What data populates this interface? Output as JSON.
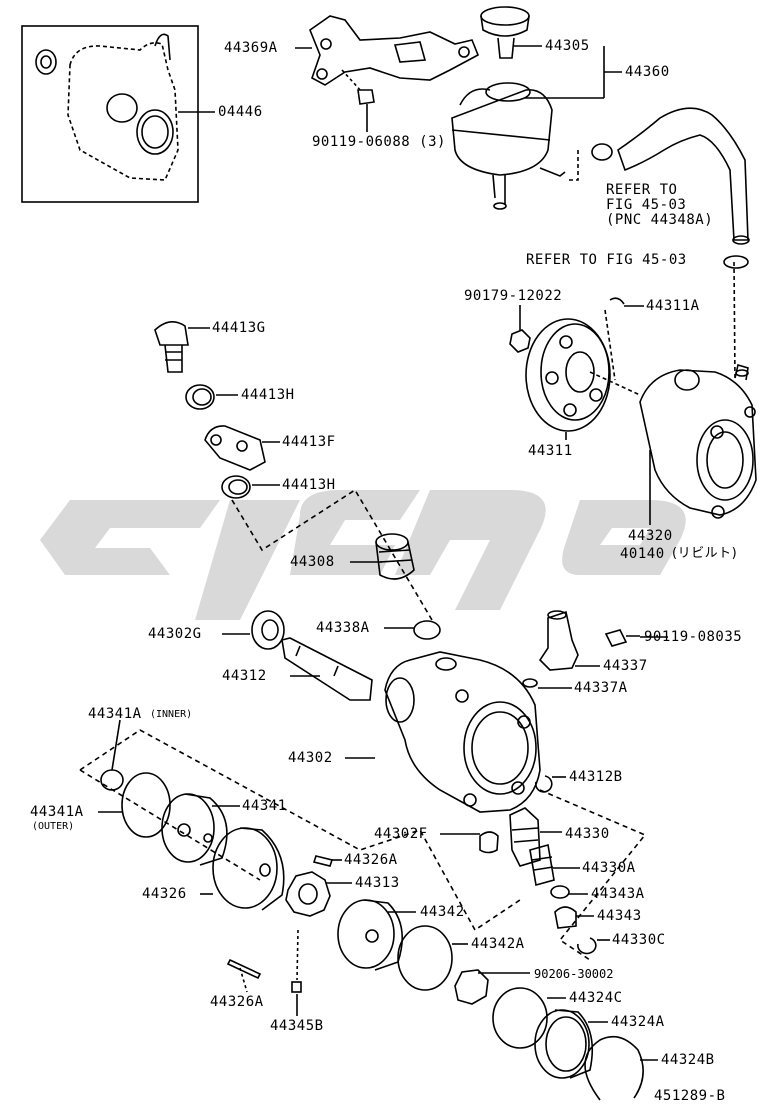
{
  "watermark": "ცეცე",
  "labels": {
    "p04446": "04446",
    "p44369A": "44369A",
    "p90119_06088": "90119-06088 (3)",
    "p44305": "44305",
    "p44360": "44360",
    "refer1_line1": "REFER TO",
    "refer1_line2": "FIG 45-03",
    "refer1_line3": "(PNC 44348A)",
    "refer2": "REFER TO FIG 45-03",
    "p90179_12022": "90179-12022",
    "p44311A": "44311A",
    "p44413G": "44413G",
    "p44413H_top": "44413H",
    "p44413F": "44413F",
    "p44413H_bot": "44413H",
    "p44311": "44311",
    "p44320": "44320",
    "p40140": "40140",
    "p40140_note": "(リビルト)",
    "p44308": "44308",
    "p44302G": "44302G",
    "p44338A": "44338A",
    "p90119_08035": "90119-08035",
    "p44312": "44312",
    "p44337": "44337",
    "p44337A": "44337A",
    "p44341A_inner": "44341A",
    "p44341A_inner_note": "(INNER)",
    "p44302": "44302",
    "p44312B": "44312B",
    "p44341A_outer": "44341A",
    "p44341A_outer_note": "(OUTER)",
    "p44341": "44341",
    "p44302F": "44302F",
    "p44330": "44330",
    "p44326A_top": "44326A",
    "p44330A": "44330A",
    "p44326": "44326",
    "p44313": "44313",
    "p44343A": "44343A",
    "p44342": "44342",
    "p44343": "44343",
    "p44330C": "44330C",
    "p44342A": "44342A",
    "p90206_30002": "90206-30002",
    "p44326A_bot": "44326A",
    "p44324C": "44324C",
    "p44345B": "44345B",
    "p44324A": "44324A",
    "p44324B": "44324B",
    "drawing_no": "451289-B"
  }
}
